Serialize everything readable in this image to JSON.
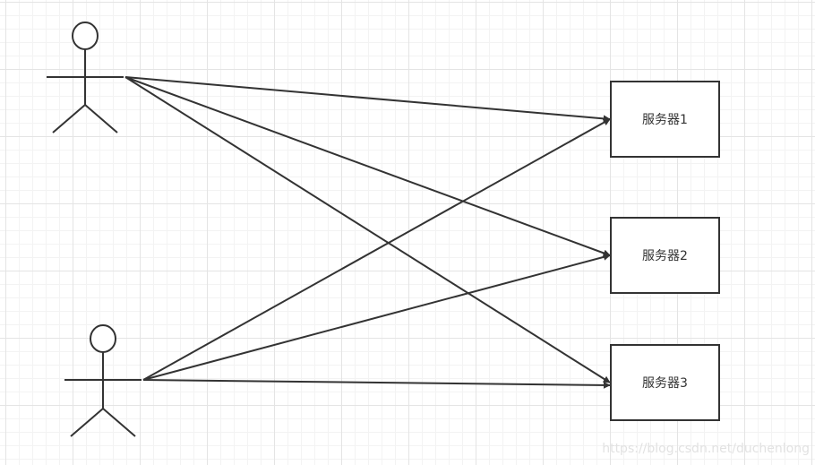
{
  "diagram": {
    "actors": [
      {
        "id": "user-1"
      },
      {
        "id": "user-2"
      }
    ],
    "servers": [
      {
        "id": "server-1",
        "label": "服务器1"
      },
      {
        "id": "server-2",
        "label": "服务器2"
      },
      {
        "id": "server-3",
        "label": "服务器3"
      }
    ],
    "connections": [
      {
        "from": "user-1",
        "to": "server-1"
      },
      {
        "from": "user-1",
        "to": "server-2"
      },
      {
        "from": "user-1",
        "to": "server-3"
      },
      {
        "from": "user-2",
        "to": "server-1"
      },
      {
        "from": "user-2",
        "to": "server-2"
      },
      {
        "from": "user-2",
        "to": "server-3"
      }
    ],
    "colors": {
      "stroke": "#333333",
      "grid_major": "#e4e4e4",
      "grid_minor": "#f3f3f3",
      "watermark": "#e2e2e2"
    }
  },
  "watermark": {
    "text": "https://blog.csdn.net/duchenlong"
  }
}
